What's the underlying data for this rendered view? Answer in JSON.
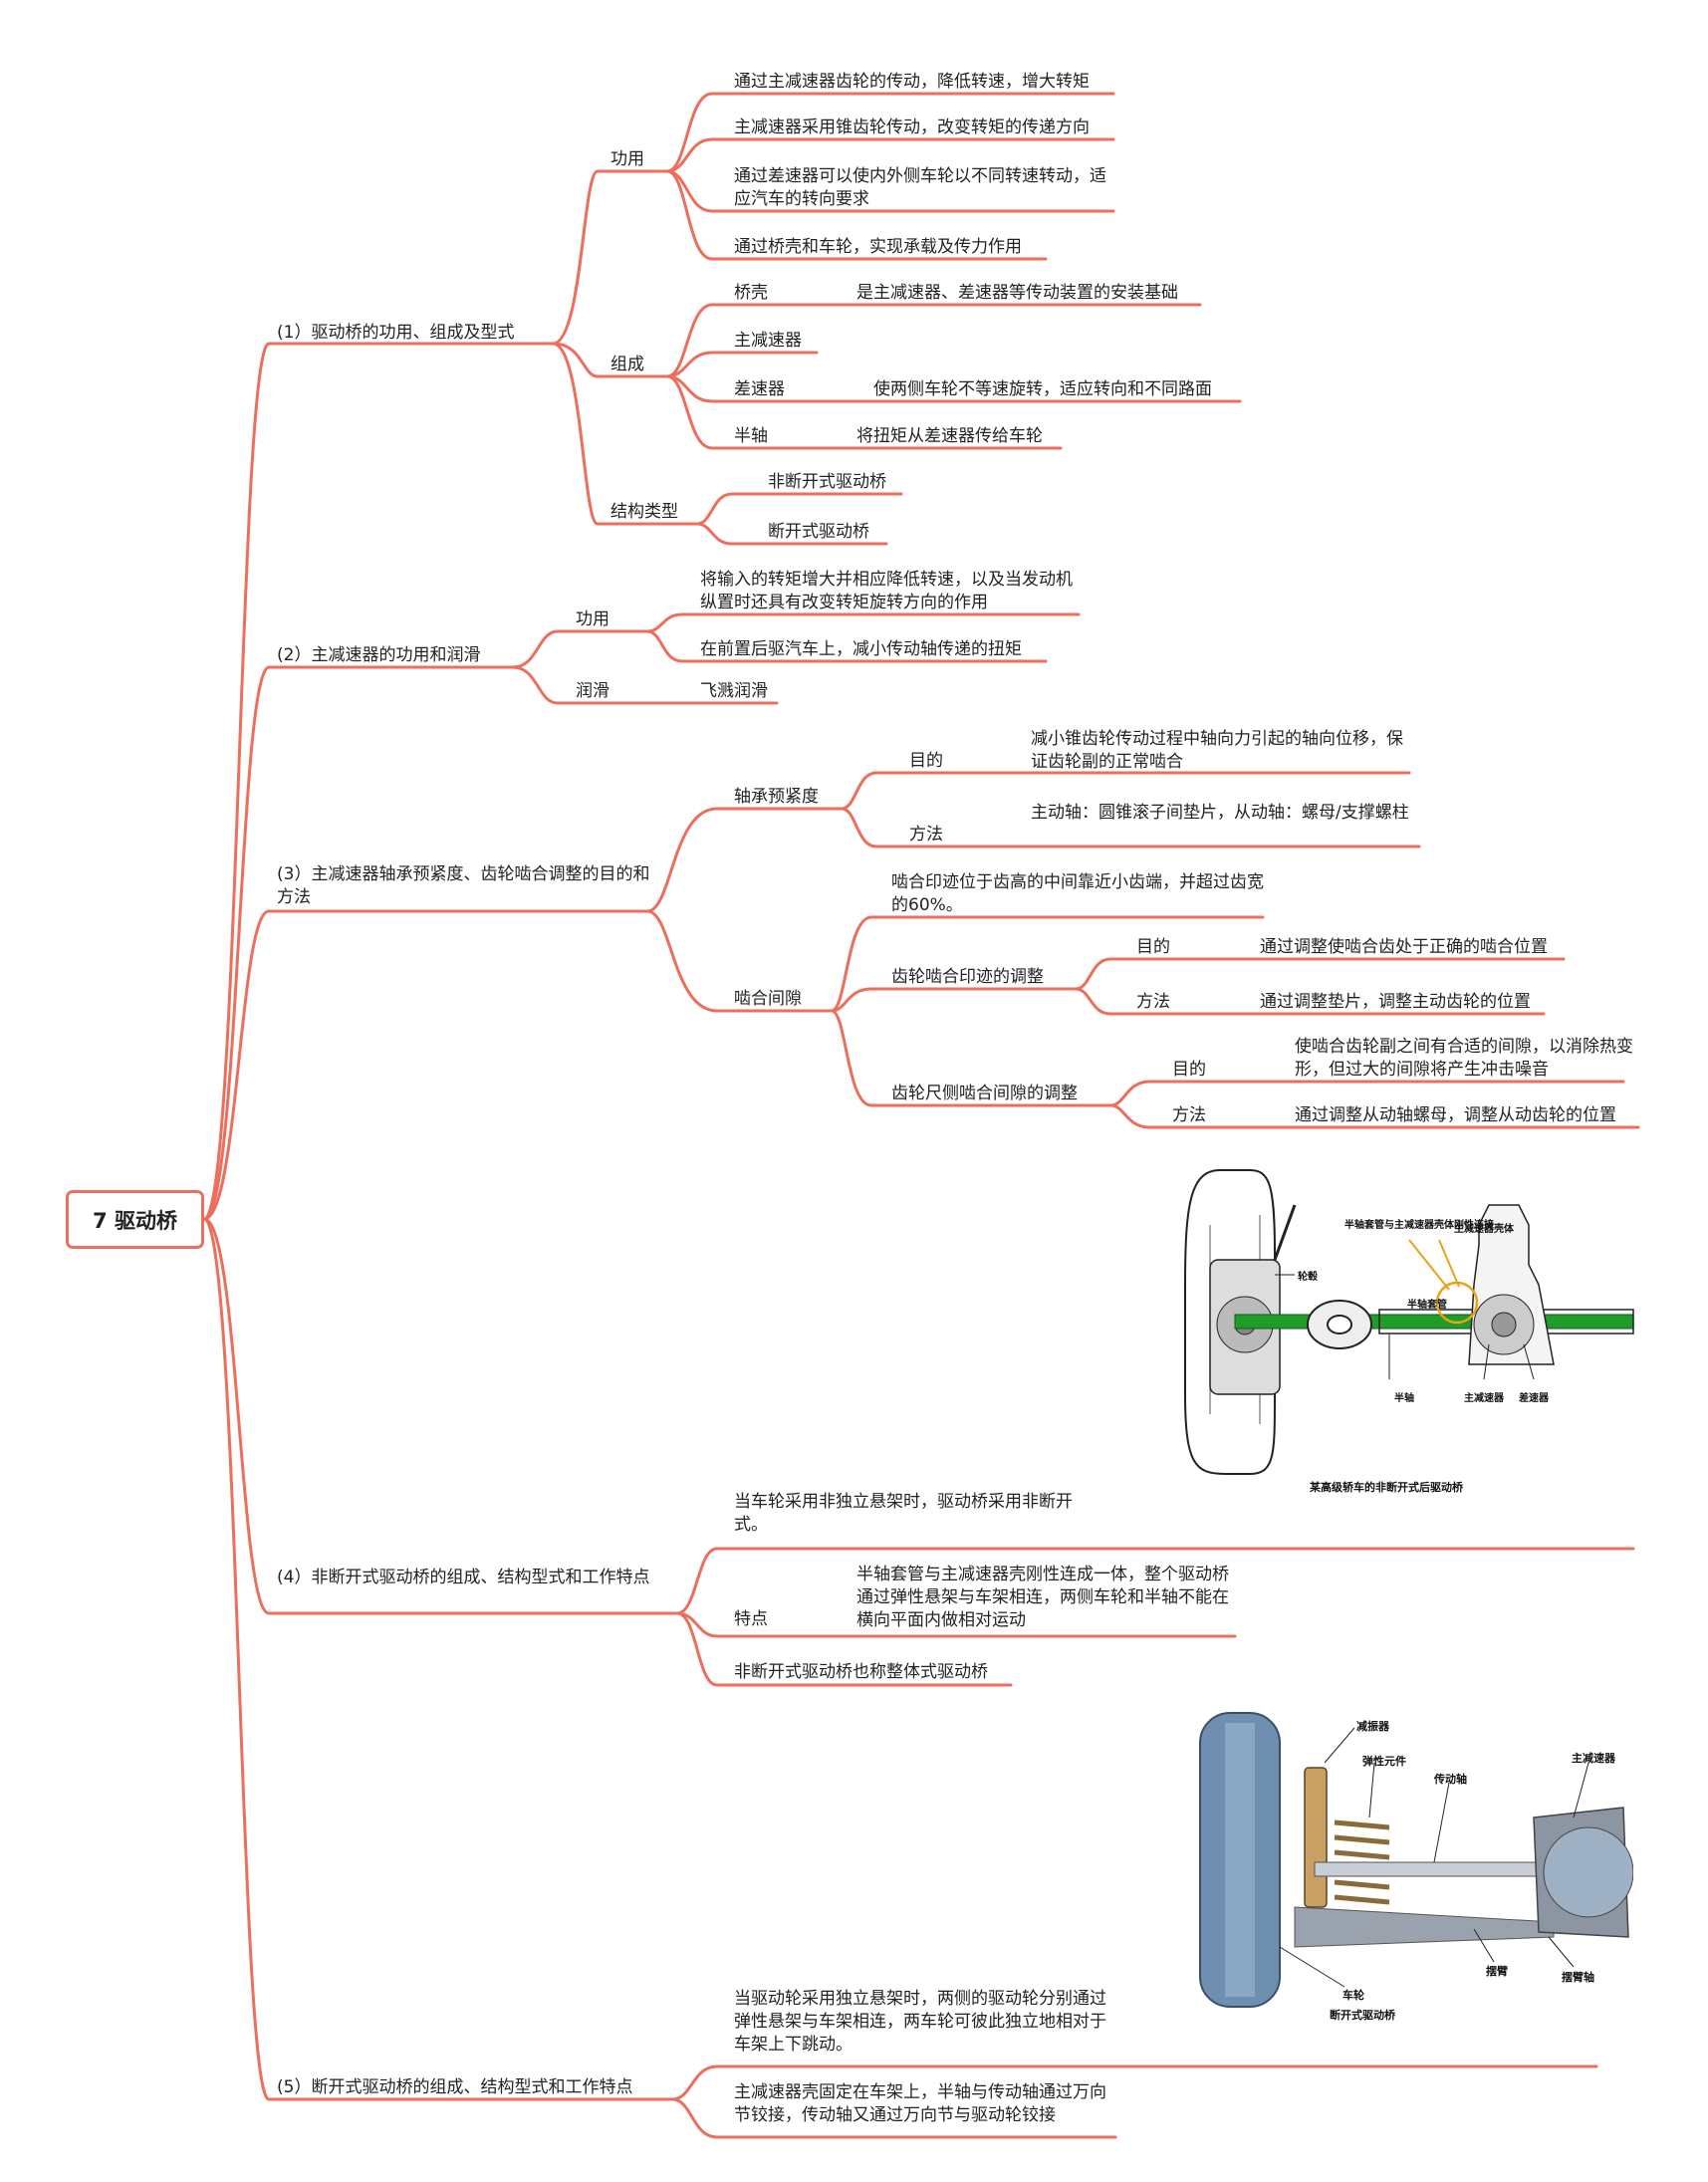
{
  "root": "7 驱动桥",
  "branches": {
    "b1": {
      "label": "(1）驱动桥的功用、组成及型式",
      "gongyong": {
        "label": "功用",
        "items": [
          "通过主减速器齿轮的传动，降低转速，增大转矩",
          "主减速器采用锥齿轮传动，改变转矩的传递方向",
          "通过差速器可以使内外侧车轮以不同转速转动，适应汽车的转向要求",
          "通过桥壳和车轮，实现承载及传力作用"
        ]
      },
      "zucheng": {
        "label": "组成",
        "items": [
          {
            "name": "桥壳",
            "desc": "是主减速器、差速器等传动装置的安装基础"
          },
          {
            "name": "主减速器",
            "desc": ""
          },
          {
            "name": "差速器",
            "desc": "使两侧车轮不等速旋转，适应转向和不同路面"
          },
          {
            "name": "半轴",
            "desc": "将扭矩从差速器传给车轮"
          }
        ]
      },
      "leixing": {
        "label": "结构类型",
        "items": [
          "非断开式驱动桥",
          "断开式驱动桥"
        ]
      }
    },
    "b2": {
      "label": "(2）主减速器的功用和润滑",
      "gongyong": {
        "label": "功用",
        "items": [
          "将输入的转矩增大并相应降低转速，以及当发动机纵置时还具有改变转矩旋转方向的作用",
          "在前置后驱汽车上，减小传动轴传递的扭矩"
        ]
      },
      "runhua": {
        "label": "润滑",
        "value": "飞溅润滑"
      }
    },
    "b3": {
      "label": "(3）主减速器轴承预紧度、齿轮啮合调整的目的和方法",
      "yujin": {
        "label": "轴承预紧度",
        "mudi_label": "目的",
        "mudi": "减小锥齿轮传动过程中轴向力引起的轴向位移，保证齿轮副的正常啮合",
        "fangfa_label": "方法",
        "fangfa": "主动轴：圆锥滚子间垫片，从动轴：螺母/支撑螺柱"
      },
      "niehe": {
        "label": "啮合间隙",
        "note": "啮合印迹位于齿高的中间靠近小齿端，并超过齿宽的60%。",
        "yinji": {
          "label": "齿轮啮合印迹的调整",
          "mudi_label": "目的",
          "mudi": "通过调整使啮合齿处于正确的啮合位置",
          "fangfa_label": "方法",
          "fangfa": "通过调整垫片，调整主动齿轮的位置"
        },
        "chice": {
          "label": "齿轮尺侧啮合间隙的调整",
          "mudi_label": "目的",
          "mudi": "使啮合齿轮副之间有合适的间隙，以消除热变形，但过大的间隙将产生冲击噪音",
          "fangfa_label": "方法",
          "fangfa": "通过调整从动轴螺母，调整从动齿轮的位置"
        }
      }
    },
    "b4": {
      "label": "(4）非断开式驱动桥的组成、结构型式和工作特点",
      "desc": "当车轮采用非独立悬架时，驱动桥采用非断开式。",
      "tedian_label": "特点",
      "tedian": "半轴套管与主减速器壳刚性连成一体，整个驱动桥通过弹性悬架与车架相连，两侧车轮和半轴不能在横向平面内做相对运动",
      "alias": "非断开式驱动桥也称整体式驱动桥",
      "figure": {
        "caption": "某高级轿车的非断开式后驱动桥",
        "labels": {
          "l1": "半轴套管与主减速器壳体刚性连接",
          "l2": "主减速器壳体",
          "l3": "轮毂",
          "l4": "半轴套管",
          "l5": "半轴",
          "l6": "主减速器",
          "l7": "差速器"
        }
      }
    },
    "b5": {
      "label": "(5）断开式驱动桥的组成、结构型式和工作特点",
      "desc": "当驱动轮采用独立悬架时，两侧的驱动轮分别通过弹性悬架与车架相连，两车轮可彼此独立地相对于车架上下跳动。",
      "detail": "主减速器壳固定在车架上，半轴与传动轴通过万向节铰接，传动轴又通过万向节与驱动轮铰接",
      "figure": {
        "caption": "断开式驱动桥",
        "labels": {
          "l1": "减振器",
          "l2": "弹性元件",
          "l3": "传动轴",
          "l4": "主减速器",
          "l5": "摆臂",
          "l6": "摆臂轴",
          "l7": "车轮"
        }
      }
    }
  },
  "colors": {
    "line": "#ec6e5c",
    "text": "#222222",
    "axle": "#1f9c2a"
  }
}
